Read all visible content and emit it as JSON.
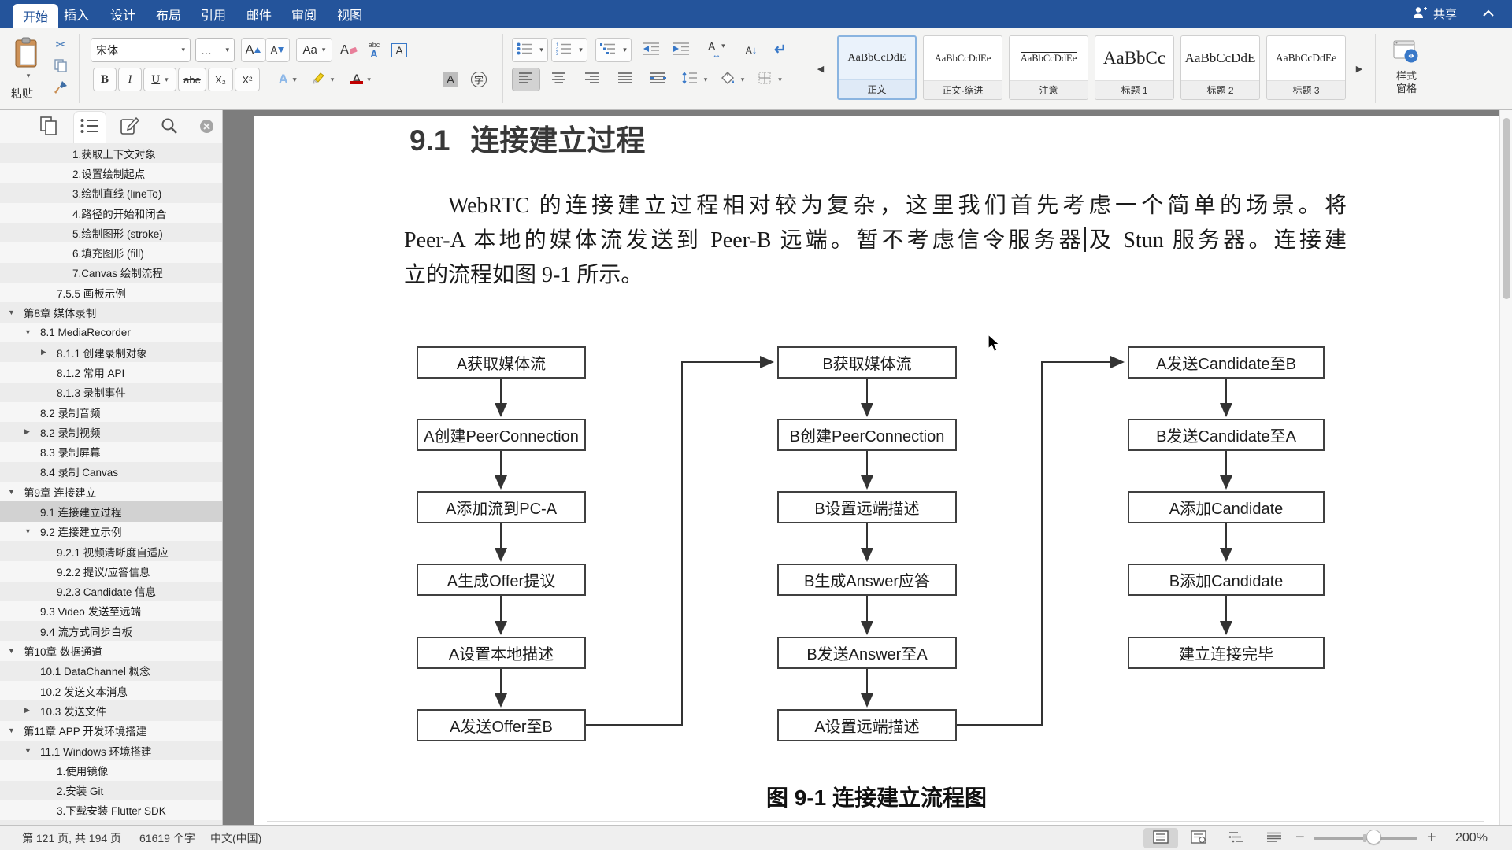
{
  "titlebar": {
    "tabs": [
      {
        "label": "开始"
      },
      {
        "label": "插入"
      },
      {
        "label": "设计"
      },
      {
        "label": "布局"
      },
      {
        "label": "引用"
      },
      {
        "label": "邮件"
      },
      {
        "label": "审阅"
      },
      {
        "label": "视图"
      }
    ],
    "share_label": "共享"
  },
  "ribbon": {
    "paste_label": "粘贴",
    "font_name": "宋体",
    "font_size": "…",
    "glyphs": {
      "caret": "▾",
      "left": "◀",
      "right": "▶",
      "scissors": "✂",
      "grow": "A",
      "shrink": "A",
      "case": "Aa",
      "clear": "A",
      "phonetic_top": "abc",
      "phonetic_bottom": "A",
      "char_border": "A",
      "bold": "B",
      "italic": "I",
      "underline": "U",
      "strike": "abe",
      "sub": "X₂",
      "sup": "X²",
      "effects": "A",
      "color": "A",
      "shade": "A",
      "circle_char": "字",
      "dir": "A",
      "dir_arrows": "↔",
      "sort_a": "A",
      "sort_down": "↓",
      "return": "↵"
    },
    "styles": [
      {
        "sample": "AaBbCcDdE",
        "label": "正文"
      },
      {
        "sample": "AaBbCcDdEe",
        "label": "正文-缩进"
      },
      {
        "sample": "AaBbCcDdEe",
        "label": "注意"
      },
      {
        "sample": "AaBbCc",
        "label": "标题 1"
      },
      {
        "sample": "AaBbCcDdE",
        "label": "标题 2"
      },
      {
        "sample": "AaBbCcDdEe",
        "label": "标题 3"
      }
    ],
    "styles_pane": {
      "line1": "样式",
      "line2": "窗格"
    }
  },
  "sidebar": {
    "items": [
      {
        "arrow": "",
        "label": "1.获取上下文对象"
      },
      {
        "arrow": "",
        "label": "2.设置绘制起点"
      },
      {
        "arrow": "",
        "label": "3.绘制直线 (lineTo)"
      },
      {
        "arrow": "",
        "label": "4.路径的开始和闭合"
      },
      {
        "arrow": "",
        "label": "5.绘制图形 (stroke)"
      },
      {
        "arrow": "",
        "label": "6.填充图形 (fill)"
      },
      {
        "arrow": "",
        "label": "7.Canvas 绘制流程"
      },
      {
        "arrow": "",
        "label": "7.5.5 画板示例"
      },
      {
        "arrow": "▼",
        "label": "第8章 媒体录制"
      },
      {
        "arrow": "▼",
        "label": "8.1 MediaRecorder"
      },
      {
        "arrow": "▶",
        "label": "8.1.1 创建录制对象"
      },
      {
        "arrow": "",
        "label": "8.1.2 常用 API"
      },
      {
        "arrow": "",
        "label": "8.1.3 录制事件"
      },
      {
        "arrow": "",
        "label": "8.2 录制音频"
      },
      {
        "arrow": "▶",
        "label": "8.2 录制视频"
      },
      {
        "arrow": "",
        "label": "8.3 录制屏幕"
      },
      {
        "arrow": "",
        "label": "8.4 录制 Canvas"
      },
      {
        "arrow": "▼",
        "label": "第9章 连接建立"
      },
      {
        "arrow": "",
        "label": "9.1 连接建立过程"
      },
      {
        "arrow": "▼",
        "label": "9.2 连接建立示例"
      },
      {
        "arrow": "",
        "label": "9.2.1 视频清晰度自适应"
      },
      {
        "arrow": "",
        "label": "9.2.2 提议/应答信息"
      },
      {
        "arrow": "",
        "label": "9.2.3 Candidate 信息"
      },
      {
        "arrow": "",
        "label": "9.3 Video 发送至远端"
      },
      {
        "arrow": "",
        "label": "9.4 流方式同步白板"
      },
      {
        "arrow": "▼",
        "label": "第10章 数据通道"
      },
      {
        "arrow": "",
        "label": "10.1 DataChannel 概念"
      },
      {
        "arrow": "",
        "label": "10.2 发送文本消息"
      },
      {
        "arrow": "▶",
        "label": "10.3 发送文件"
      },
      {
        "arrow": "▼",
        "label": "第11章 APP 开发环境搭建"
      },
      {
        "arrow": "▼",
        "label": "11.1 Windows 环境搭建"
      },
      {
        "arrow": "",
        "label": "1.使用镜像"
      },
      {
        "arrow": "",
        "label": "2.安装 Git"
      },
      {
        "arrow": "",
        "label": "3.下载安装 Flutter SDK"
      }
    ]
  },
  "document": {
    "heading_num": "9.1",
    "heading_text": "连接建立过程",
    "para_line1": "WebRTC 的连接建立过程相对较为复杂，这里我们首先考虑一个简单的场景。将",
    "para_line2a": "Peer-A 本地的媒体流发送到 Peer-B 远端。暂不考虑信令服务器",
    "para_line2b": "及 Stun 服务器。连接建",
    "para_line3": "立的流程如图 9-1 所示。",
    "caption": "图 9-1  连接建立流程图"
  },
  "flowchart": {
    "col1": [
      "A获取媒体流",
      "A创建PeerConnection",
      "A添加流到PC-A",
      "A生成Offer提议",
      "A设置本地描述",
      "A发送Offer至B"
    ],
    "col2": [
      "B获取媒体流",
      "B创建PeerConnection",
      "B设置远端描述",
      "B生成Answer应答",
      "B发送Answer至A",
      "A设置远端描述"
    ],
    "col3": [
      "A发送Candidate至B",
      "B发送Candidate至A",
      "A添加Candidate",
      "B添加Candidate",
      "建立连接完毕"
    ]
  },
  "status": {
    "page_info": "第 121 页, 共 194 页",
    "word_count": "61619 个字",
    "language": "中文(中国)",
    "zoom": "200%"
  }
}
